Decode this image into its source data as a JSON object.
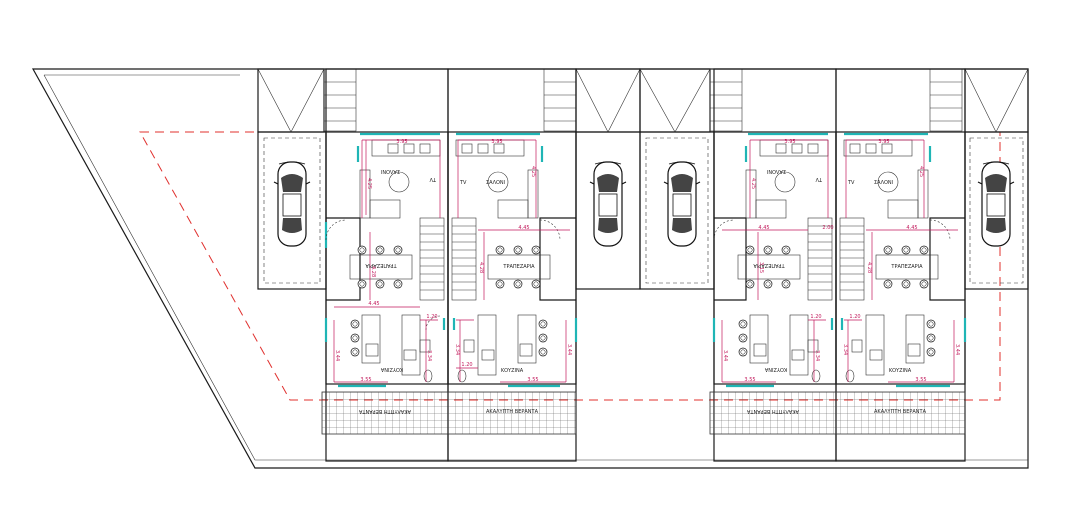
{
  "labels": {
    "salon": "ΣΑΛΟΝΙ",
    "dining": "ΤΡΑΠΕΖΑΡΙΑ",
    "kitchen": "ΚΟΥΖΙΝΑ",
    "veranda": "ΑΚΑΛΥΠΤΗ ΒΕΡΑΝΤΑ",
    "tv": "TV"
  },
  "dims": {
    "top_width": "3.95",
    "width_445": "4.45",
    "width_355": "3.55",
    "width_120": "1.20",
    "height_425": "4.25",
    "height_334": "3.34",
    "height_344": "3.44",
    "height_428": "4.28",
    "height_315": "3.15",
    "height_200": "2.00"
  },
  "colors": {
    "walls": "#1a1a1a",
    "dimensions": "#c2185b",
    "glazing": "#1fb5b5",
    "plot_boundary": "#e0302e"
  }
}
